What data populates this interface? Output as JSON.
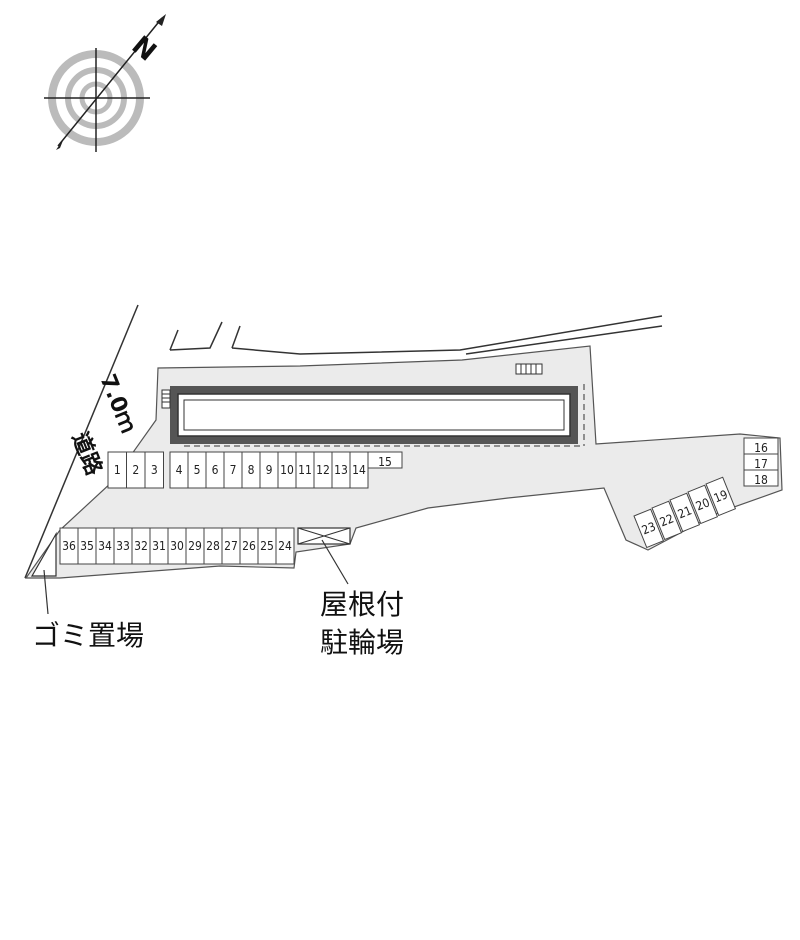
{
  "compass": {
    "north_label": "N",
    "icon": "compass-rose-icon"
  },
  "road": {
    "width_label": "7.0ｍ",
    "name_label": "道路"
  },
  "parking": {
    "row_top_left": [
      "1",
      "2",
      "3"
    ],
    "row_top_main": [
      "4",
      "5",
      "6",
      "7",
      "8",
      "9",
      "10",
      "11",
      "12",
      "13",
      "14"
    ],
    "slot_15": "15",
    "column_right": [
      "16",
      "17",
      "18"
    ],
    "row_diagonal": [
      "19",
      "20",
      "21",
      "22",
      "23"
    ],
    "row_bottom": [
      "24",
      "25",
      "26",
      "27",
      "28",
      "29",
      "30",
      "31",
      "32",
      "33",
      "34",
      "35",
      "36"
    ]
  },
  "labels": {
    "garbage": "ゴミ置場",
    "bicycle_line1": "屋根付",
    "bicycle_line2": "駐輪場"
  },
  "colors": {
    "lot": "#ebebeb",
    "building_outer": "#555555",
    "line": "#333333"
  }
}
